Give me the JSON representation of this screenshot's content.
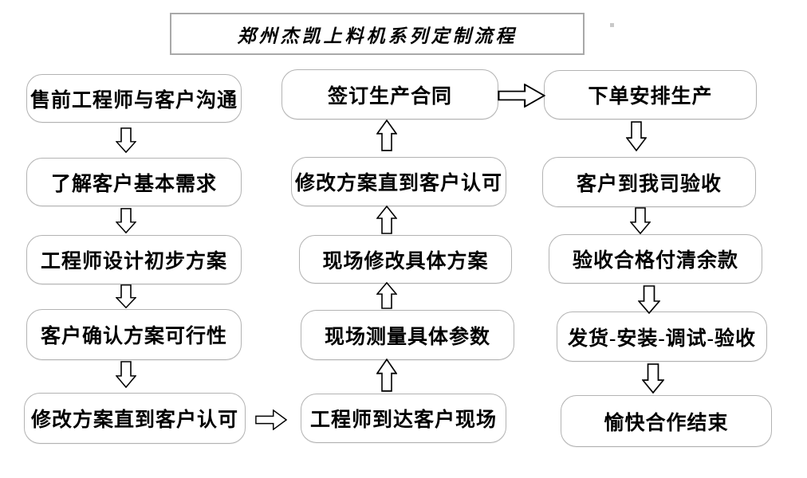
{
  "title": "郑州杰凯上料机系列定制流程",
  "flow": {
    "left_column": {
      "direction": "top-to-bottom",
      "steps": [
        "售前工程师与客户沟通",
        "了解客户基本需求",
        "工程师设计初步方案",
        "客户确认方案可行性",
        "修改方案直到客户认可"
      ]
    },
    "middle_column": {
      "direction": "bottom-to-top",
      "steps": [
        "签订生产合同",
        "修改方案直到客户认可",
        "现场修改具体方案",
        "现场测量具体参数",
        "工程师到达客户现场"
      ]
    },
    "right_column": {
      "direction": "top-to-bottom",
      "steps": [
        "下单安排生产",
        "客户到我司验收",
        "验收合格付清余款",
        "发货-安装-调试-验收",
        "愉快合作结束"
      ]
    },
    "connections": [
      "修改方案直到客户认可 → 工程师到达客户现场 (horizontal right arrow, bottom)",
      "签订生产合同 → 下单安排生产 (horizontal right arrow, top)"
    ]
  },
  "colors": {
    "background": "#ffffff",
    "box_border": "#b3b3b3",
    "title_border": "#a9a9a9",
    "arrow_stroke": "#000000",
    "arrow_fill": "#ffffff",
    "text": "#000000"
  }
}
